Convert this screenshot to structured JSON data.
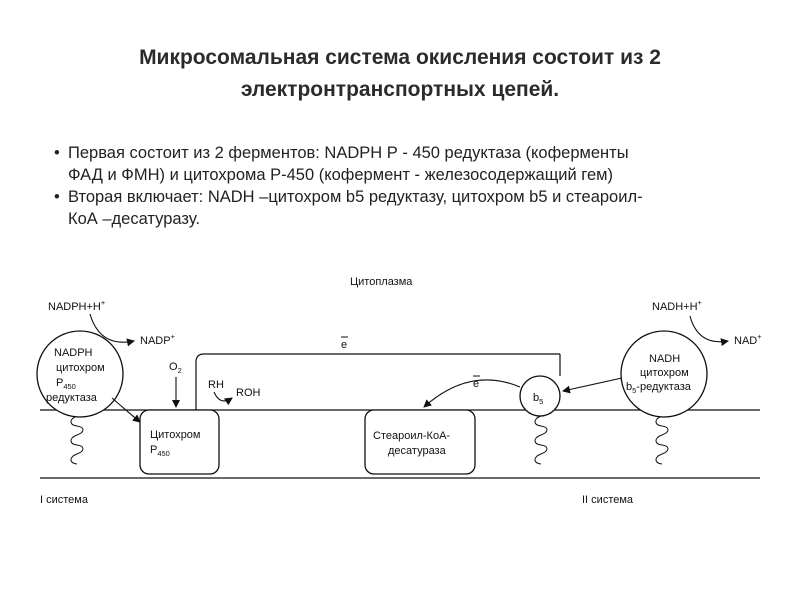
{
  "title": {
    "line1": "Микросомальная система окисления  состоит из 2",
    "line2": "электронтранспортных цепей."
  },
  "bullets": [
    {
      "line1": "Первая состоит из 2 ферментов: NADPH Р - 450 редуктаза (коферменты",
      "line2": "ФАД и ФМН) и цитохрома Р-450 (кофермент - железосодержащий гем)"
    },
    {
      "line1": "Вторая включает: NADH –цитохром b5 редуктазу, цитохром b5 и стеароил-",
      "line2": "КоА –десатуразу."
    }
  ],
  "diagram": {
    "cytoplasm": "Цитоплазма",
    "nadph_h": "NADPH+H",
    "nadp": "NADP",
    "plus": "+",
    "nadh_h": "NADH+H",
    "nad": "NAD",
    "electron": "e",
    "o2": "O",
    "o2_sub": "2",
    "rh": "RH",
    "roh": "ROH",
    "left_circle": {
      "line1": "NADPH",
      "line2": "цитохром",
      "line3_main": "P",
      "line3_sub": "450",
      "line4": "редуктаза"
    },
    "right_circle": {
      "line1": "NADH",
      "line2": "цитохром",
      "line3_main": "b",
      "line3_sub": "5",
      "line3_rest": "-редуктаза"
    },
    "cyt_box": {
      "line1": "Цитохром",
      "line2_main": "P",
      "line2_sub": "450"
    },
    "desat_box": {
      "line1": "Стеароил-КоА-",
      "line2": "десатураза"
    },
    "b5_main": "b",
    "b5_sub": "5",
    "system1": "I система",
    "system2": "II система"
  }
}
